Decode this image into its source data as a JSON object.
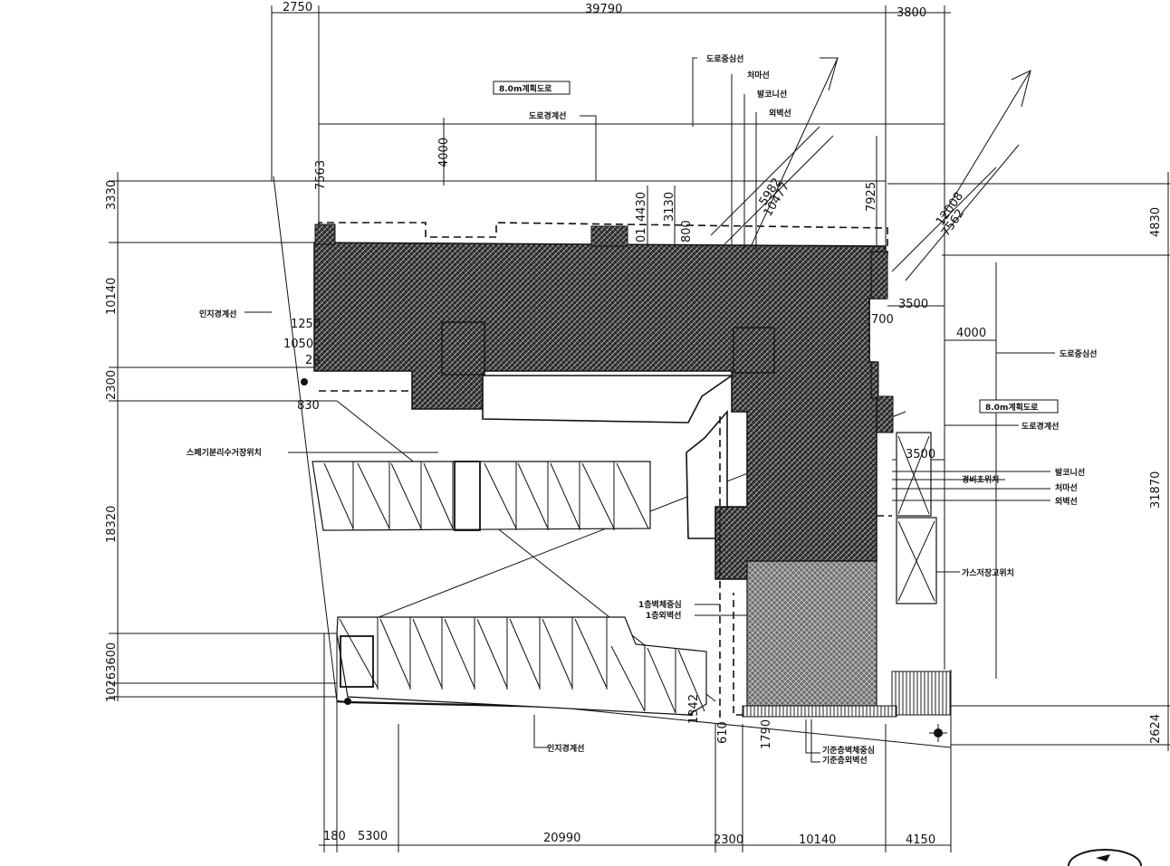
{
  "dimensions": {
    "top": [
      "2750",
      "39790",
      "3800"
    ],
    "bottom": [
      "180",
      "5300",
      "20990",
      "2300",
      "10140",
      "4150"
    ],
    "left_outer": [
      "3330",
      "10140",
      "2300",
      "18320",
      "10263600"
    ],
    "right_outer": [
      "4830",
      "31870",
      "2624"
    ],
    "interior": {
      "d7563": "7563",
      "d4000_top": "4000",
      "d4430": "4430",
      "d3130": "3130",
      "d01": "01",
      "d800": "800",
      "d7925": "7925",
      "d5982": "5982",
      "d10477": "10477",
      "d12008": "12008",
      "d7562": "7562",
      "d3500_a": "3500",
      "d700": "700",
      "d4000_right": "4000",
      "d3500_b": "3500",
      "d1250": "1250",
      "d1050": "1050",
      "d20": "20",
      "d830": "830",
      "d1342": "1342",
      "d610": "610",
      "d1790": "1790"
    }
  },
  "labels": {
    "road_plan_top": "8.0m계획도로",
    "road_plan_right": "8.0m계획도로",
    "road_center_top": "도로중심선",
    "road_center_right": "도로중심선",
    "eave_line_top": "처마선",
    "balcony_line_top": "발코니선",
    "outer_wall_top": "외벽선",
    "road_boundary_top": "도로경계선",
    "road_boundary_right": "도로경계선",
    "site_boundary_left": "인지경계선",
    "site_boundary_bottom": "인지경계선",
    "water_inlet": "스페기분리수거장위치",
    "balcony_line_right": "발코니선",
    "parking_right": "경비초위치",
    "eave_line_right": "처마선",
    "outer_wall_right": "외벽선",
    "gas_meter": "가스저장고위치",
    "first_floor_center": "1층벽체중심",
    "first_floor_outer": "1층외벽선",
    "basement_center": "기준층벽체중심",
    "basement_outer": "기준층외벽선"
  },
  "icons": [
    "north-arrow-icon",
    "survey-point-icon"
  ]
}
